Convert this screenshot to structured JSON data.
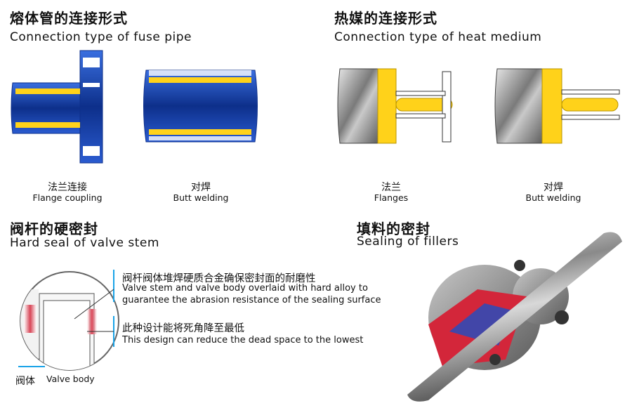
{
  "sections": {
    "fuse_pipe": {
      "title_cn": "熔体管的连接形式",
      "title_en": "Connection type of fuse pipe"
    },
    "heat_medium": {
      "title_cn": "热媒的连接形式",
      "title_en": "Connection type of heat medium"
    },
    "valve_stem": {
      "title_cn": "阀杆的硬密封",
      "title_en": "Hard seal of valve stem"
    },
    "fillers": {
      "title_cn": "填料的密封",
      "title_en": "Sealing of fillers"
    }
  },
  "captions": {
    "flange_coupling": {
      "cn": "法兰连接",
      "en": "Flange coupling"
    },
    "butt_welding_1": {
      "cn": "对焊",
      "en": "Butt welding"
    },
    "flanges": {
      "cn": "法兰",
      "en": "Flanges"
    },
    "butt_welding_2": {
      "cn": "对焊",
      "en": "Butt welding"
    }
  },
  "notes": {
    "note1_cn": "阀杆阀体堆焊硬质合金确保密封面的耐磨性",
    "note1_en_1": "Valve stem and valve body overlaid with hard alloy to",
    "note1_en_2": "guarantee the abrasion resistance of the sealing surface",
    "note2_cn": "此种设计能将死角降至最低",
    "note2_en": "This design can reduce the dead space to the lowest"
  },
  "valve_body_label": {
    "cn": "阀体",
    "en": "Valve body"
  },
  "colors": {
    "blue": "#1e4fc4",
    "dark_blue": "#0d2f8a",
    "yellow": "#ffd21a",
    "red": "#d3263a",
    "gray": "#9a9a9a",
    "accent_line": "#1aa3e8"
  }
}
